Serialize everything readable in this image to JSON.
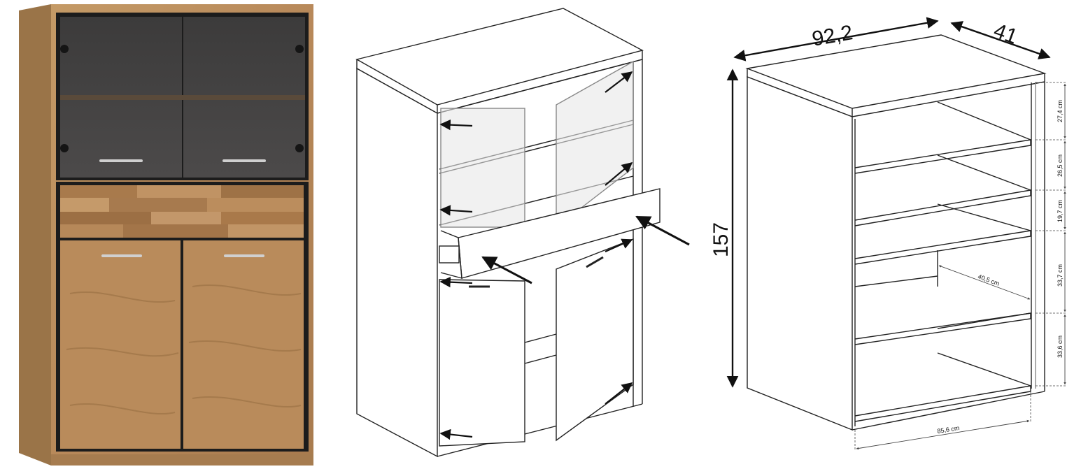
{
  "product_photo": {
    "body_color": "#b88f5c",
    "glass_color": "#4a4848",
    "frame_color": "#1c1c1c",
    "handle_color": "#cfcfcf"
  },
  "dimensions": {
    "width": "92,2",
    "depth": "41",
    "height": "157"
  },
  "interior_measurements": [
    {
      "id": "gap1",
      "label": "27,4 cm"
    },
    {
      "id": "gap2",
      "label": "26,5 cm"
    },
    {
      "id": "gap3",
      "label": "19,7 cm"
    },
    {
      "id": "gap4",
      "label": "33,7 cm"
    },
    {
      "id": "gap5",
      "label": "33,6 cm"
    },
    {
      "id": "inner_depth",
      "label": "40,5 cm"
    },
    {
      "id": "inner_width",
      "label": "85,6 cm"
    }
  ]
}
